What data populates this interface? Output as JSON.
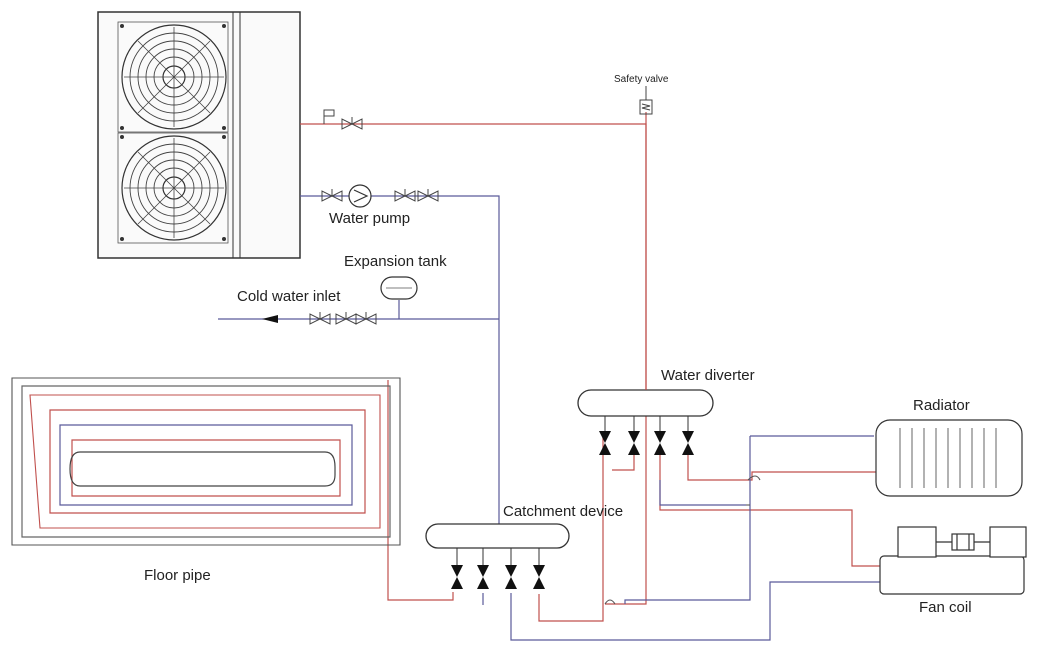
{
  "labels": {
    "safety_valve": "Safety valve",
    "water_pump": "Water pump",
    "expansion_tank": "Expansion tank",
    "cold_water_inlet": "Cold water inlet",
    "water_diverter": "Water diverter",
    "radiator": "Radiator",
    "catchment_device": "Catchment device",
    "floor_pipe": "Floor pipe",
    "fan_coil": "Fan coil"
  },
  "colors": {
    "hot_pipe": "#c0504d",
    "return_pipe": "#5a5a9a",
    "outline": "#333333"
  }
}
